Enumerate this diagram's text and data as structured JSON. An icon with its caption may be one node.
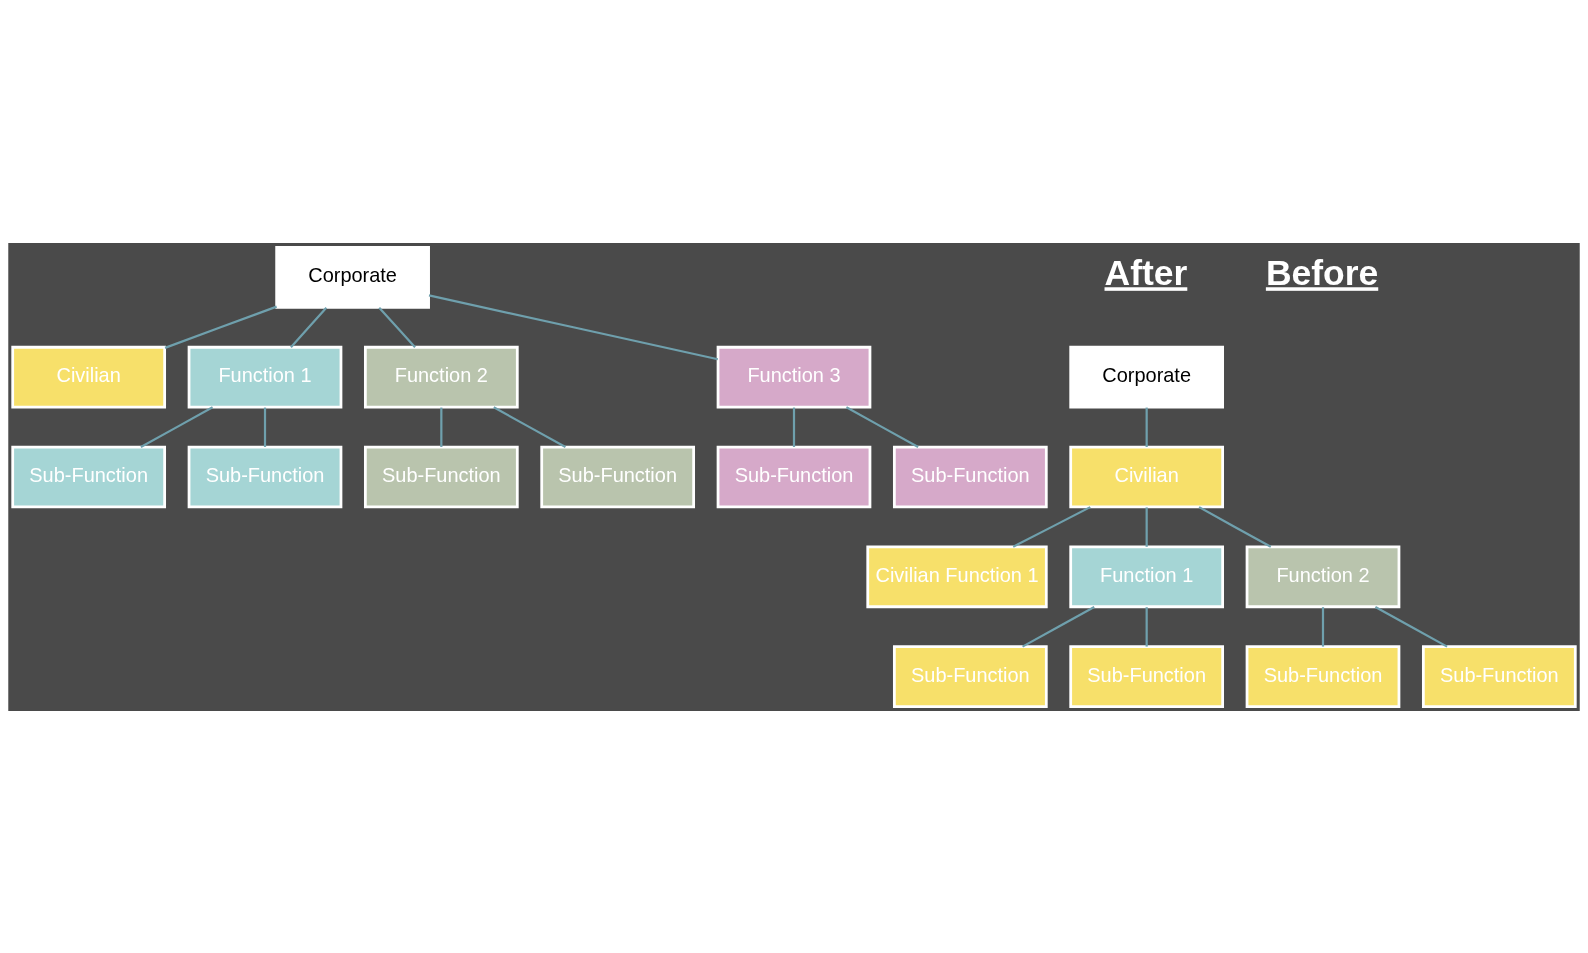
{
  "diagram": {
    "nodes": [
      {
        "text": [
          "Corporate"
        ]
      },
      {
        "text": [
          "Civilian"
        ]
      },
      {
        "text": [
          "Function 1"
        ]
      },
      {
        "text": [
          "Function 2"
        ]
      },
      {
        "text": [
          "Function 3"
        ]
      },
      {
        "text": [
          "Sub-Function"
        ]
      },
      {
        "text": [
          "Sub-Function"
        ]
      },
      {
        "text": [
          "Sub-Function"
        ]
      },
      {
        "text": [
          "Sub-Function"
        ]
      },
      {
        "text": [
          "Sub-Function"
        ]
      },
      {
        "text": [
          "Sub-Function"
        ]
      },
      {
        "text": [
          "Corporate"
        ]
      },
      {
        "text": [
          "Civilian"
        ]
      },
      {
        "text": [
          "Civilian Function 1"
        ]
      },
      {
        "text": [
          "Function 1"
        ]
      },
      {
        "text": [
          "Function 2"
        ]
      },
      {
        "text": [
          "Sub-Function"
        ]
      },
      {
        "text": [
          "Sub-Function"
        ]
      },
      {
        "text": [
          "Sub-Function"
        ]
      },
      {
        "text": [
          "Sub-Function"
        ]
      }
    ],
    "edges": [
      {
        "from": 0,
        "to": 1,
        "arrow": "none"
      },
      {
        "from": 0,
        "to": 2,
        "arrow": "none"
      },
      {
        "from": 0,
        "to": 3,
        "arrow": "none"
      },
      {
        "from": 0,
        "to": 4,
        "arrow": "none"
      },
      {
        "from": 2,
        "to": 5,
        "arrow": "none"
      },
      {
        "from": 2,
        "to": 6,
        "arrow": "none"
      },
      {
        "from": 3,
        "to": 7,
        "arrow": "none"
      },
      {
        "from": 3,
        "to": 8,
        "arrow": "none"
      },
      {
        "from": 4,
        "to": 9,
        "arrow": "none"
      },
      {
        "from": 4,
        "to": 10,
        "arrow": "none"
      },
      {
        "from": 11,
        "to": 12,
        "arrow": "none"
      },
      {
        "from": 12,
        "to": 13,
        "arrow": "none"
      },
      {
        "from": 12,
        "to": 14,
        "arrow": "none"
      },
      {
        "from": 12,
        "to": 15,
        "arrow": "none"
      },
      {
        "from": 14,
        "to": 16,
        "arrow": "none"
      },
      {
        "from": 14,
        "to": 17,
        "arrow": "none"
      },
      {
        "from": 15,
        "to": 18,
        "arrow": "none"
      },
      {
        "from": 15,
        "to": 19,
        "arrow": "none"
      }
    ],
    "labels": [
      "Before",
      "After"
    ]
  }
}
